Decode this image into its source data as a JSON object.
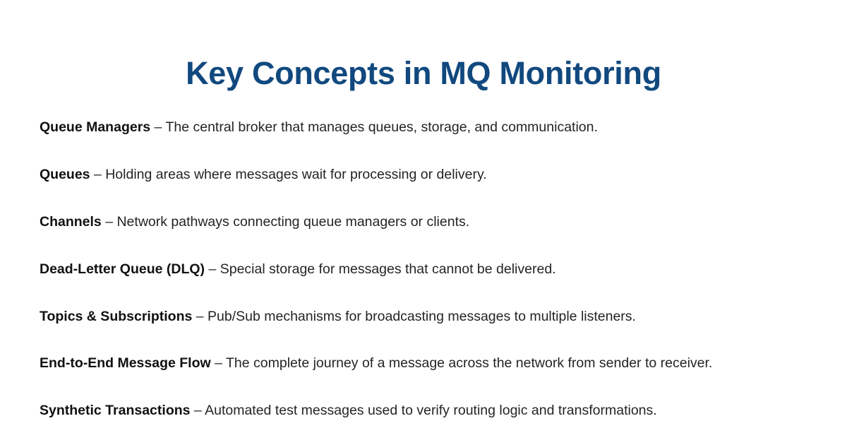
{
  "slide": {
    "title": "Key Concepts in MQ Monitoring",
    "title_color": "#11497f",
    "background_color": "#ffffff",
    "body_text_color": "#1a1a1a",
    "separator": "–",
    "concepts": [
      {
        "term": "Queue Managers",
        "description": "The central broker that manages queues, storage, and communication."
      },
      {
        "term": "Queues",
        "description": "Holding areas where messages wait for processing or delivery."
      },
      {
        "term": "Channels",
        "description": "Network pathways connecting queue managers or clients."
      },
      {
        "term": "Dead-Letter Queue (DLQ)",
        "description": "Special storage for messages that cannot be delivered."
      },
      {
        "term": "Topics & Subscriptions",
        "description": "Pub/Sub mechanisms for broadcasting messages to multiple listeners."
      },
      {
        "term": "End-to-End Message Flow",
        "description": "The complete journey of a message across the network from sender to receiver."
      },
      {
        "term": "Synthetic Transactions",
        "description": "Automated test messages used to verify routing logic and transformations."
      }
    ]
  }
}
